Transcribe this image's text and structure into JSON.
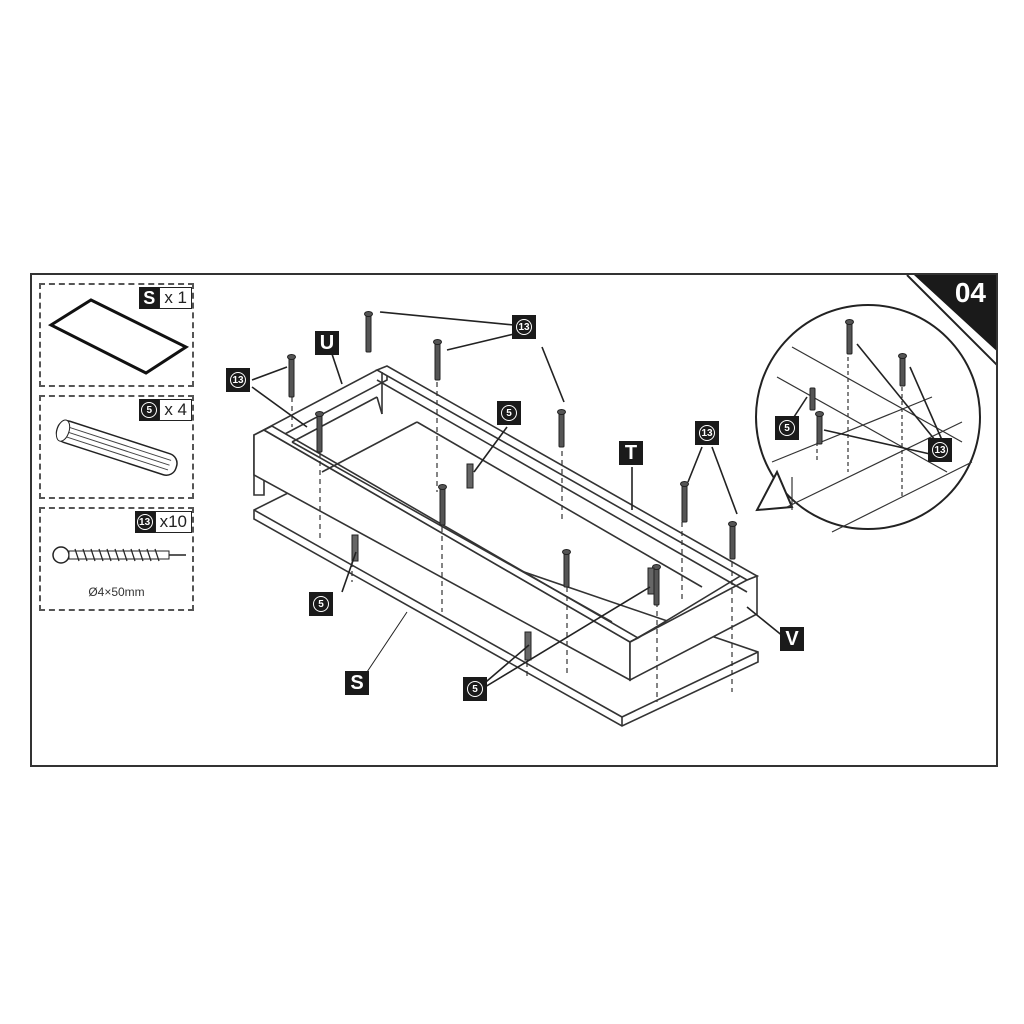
{
  "step": {
    "number": "04"
  },
  "parts_list": [
    {
      "code": "S",
      "quantity": "x 1",
      "description": "panel-board"
    },
    {
      "code": "5",
      "quantity": "x 4",
      "description": "wooden-dowel"
    },
    {
      "code": "13",
      "quantity": "x10",
      "description": "screw",
      "spec": "Ø4×50mm"
    }
  ],
  "callouts": {
    "panel_labels": [
      "U",
      "T",
      "V",
      "S"
    ],
    "part_labels": {
      "screw": "13",
      "dowel": "5"
    }
  },
  "colors": {
    "ink": "#1a1a1a",
    "line": "#333333",
    "background": "#ffffff"
  }
}
